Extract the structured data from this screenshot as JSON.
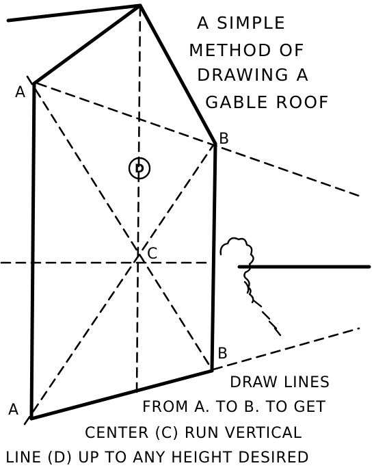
{
  "title": {
    "lines": [
      "A SIMPLE",
      "METHOD OF",
      "DRAWING A",
      "GABLE ROOF"
    ]
  },
  "labels": {
    "a_top": "A",
    "a_bottom": "A",
    "b_top": "B",
    "b_bottom": "B",
    "c": "C",
    "d": "D"
  },
  "instructions": {
    "lines": [
      "DRAW LINES",
      "FROM A. TO B. TO GET",
      "CENTER (C) RUN VERTICAL",
      "LINE (D) UP TO ANY HEIGHT DESIRED"
    ]
  }
}
